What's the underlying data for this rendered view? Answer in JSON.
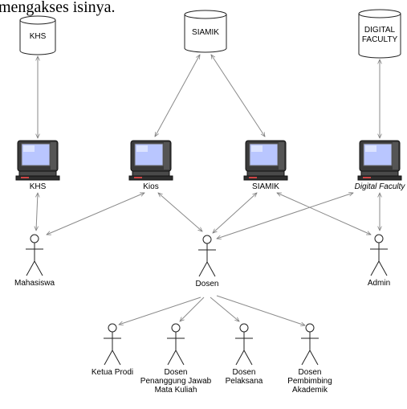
{
  "page": {
    "top_text": "mengakses isinya."
  },
  "databases": [
    {
      "id": "khs",
      "lines": [
        "KHS"
      ]
    },
    {
      "id": "siamik",
      "lines": [
        "SIAMIK"
      ]
    },
    {
      "id": "digital-faculty",
      "lines": [
        "DIGITAL",
        "FACULTY"
      ]
    }
  ],
  "computers": [
    {
      "id": "khs",
      "label": "KHS",
      "italic": false
    },
    {
      "id": "kios",
      "label": "Kios",
      "italic": false
    },
    {
      "id": "siamik",
      "label": "SIAMIK",
      "italic": false
    },
    {
      "id": "digital-faculty",
      "label": "Digital Faculty",
      "italic": true
    }
  ],
  "actors": [
    {
      "id": "mahasiswa",
      "lines": [
        "Mahasiswa"
      ]
    },
    {
      "id": "dosen",
      "lines": [
        "Dosen"
      ]
    },
    {
      "id": "admin",
      "lines": [
        "Admin"
      ]
    },
    {
      "id": "ketua-prodi",
      "lines": [
        "Ketua Prodi"
      ]
    },
    {
      "id": "dosen-pj",
      "lines": [
        "Dosen",
        "Penanggung Jawab",
        "Mata Kuliah"
      ]
    },
    {
      "id": "dosen-pelaksana",
      "lines": [
        "Dosen",
        "Pelaksana"
      ]
    },
    {
      "id": "dosen-pembimbing",
      "lines": [
        "Dosen",
        "Pembimbing",
        "Akademik"
      ]
    }
  ],
  "colors": {
    "line": "#8a8a8a",
    "arrow": "#7a7a7a",
    "screen": "#b9c6ff",
    "monitor": "#3a3a3a"
  }
}
